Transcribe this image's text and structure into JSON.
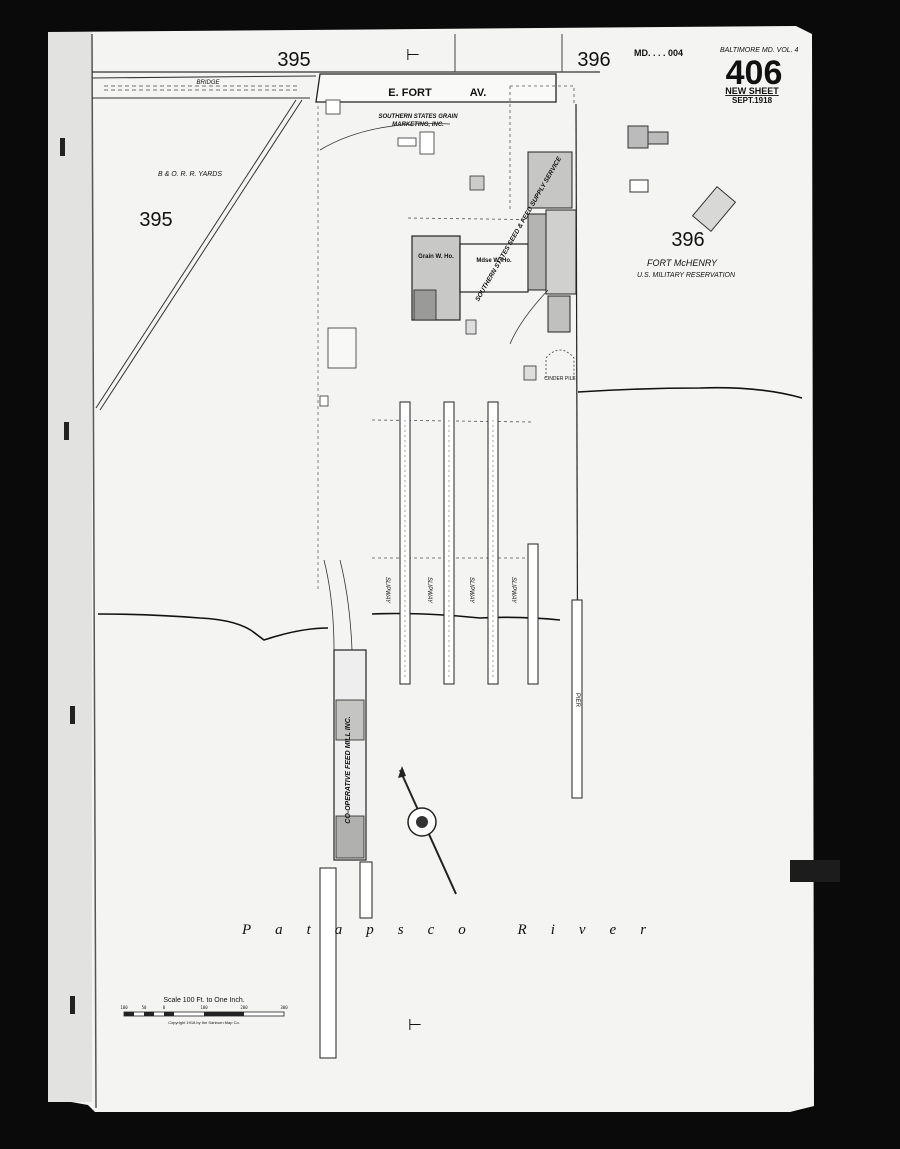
{
  "sheet": {
    "number": "406",
    "state_code": "MD. . . . 004",
    "volume": "BALTIMORE MD. VOL. 4",
    "new_sheet": "NEW SHEET",
    "date": "SEPT.1918",
    "adjacent_left": "395",
    "adjacent_right": "396"
  },
  "streets": {
    "fort_a": "E. FORT",
    "fort_b": "AV.",
    "bridge": "BRIDGE"
  },
  "areas": {
    "yards": "B & O. R. R. YARDS",
    "yards_number": "395",
    "fort_number": "396",
    "fort_name": "FORT McHENRY",
    "fort_sub": "U.S. MILITARY RESERVATION"
  },
  "buildings": {
    "southern_states_1": "SOUTHERN STATES GRAIN",
    "southern_states_2": "MARKETING, INC.",
    "grain_whse": "Grain W. Ho.",
    "mdse_whse": "Mdse W. Ho.",
    "seed_feed": "SOUTHERN STATES SEED & FEED SUPPLY SERVICE",
    "cinder_pile": "CINDER PILE",
    "feed_mill": "CO-OPERATIVE FEED MILL INC."
  },
  "water": {
    "river": "Patapsco River",
    "pier": "PIER",
    "slips": [
      "SLIPWAY",
      "SLIPWAY",
      "SLIPWAY",
      "SLIPWAY"
    ]
  },
  "scale": {
    "title": "Scale 100 Ft. to One Inch.",
    "ticks": [
      "100",
      "50",
      "0",
      "100",
      "200",
      "300"
    ],
    "copyright": "Copyright 1918 by the Sanborn Map Co."
  }
}
